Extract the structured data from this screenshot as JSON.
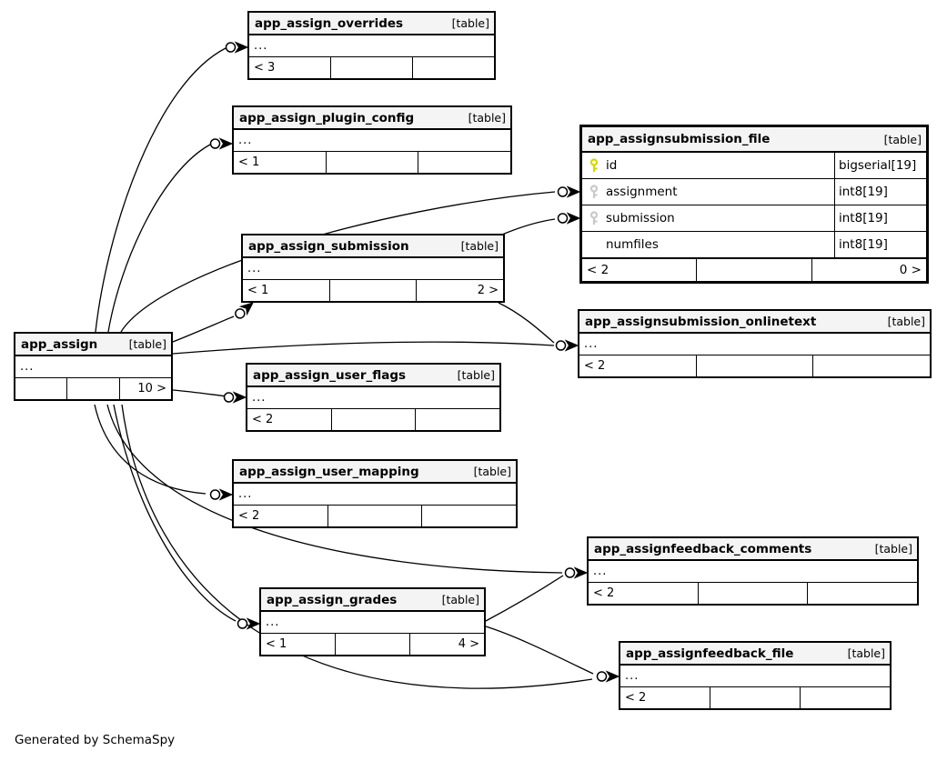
{
  "footer_note": "Generated by SchemaSpy",
  "colors": {
    "primary_key": "#d6d600",
    "foreign_key": "#c9c9c9",
    "header_bg": "#f4f4f4",
    "border": "#000000"
  },
  "tables": [
    {
      "name": "app_assign_overrides",
      "tag": "[table]",
      "ellipsis": "...",
      "footer_left": "< 3",
      "footer_mid": "",
      "footer_right": ""
    },
    {
      "name": "app_assign_plugin_config",
      "tag": "[table]",
      "ellipsis": "...",
      "footer_left": "< 1",
      "footer_mid": "",
      "footer_right": ""
    },
    {
      "name": "app_assignsubmission_file",
      "tag": "[table]",
      "columns": [
        {
          "name": "id",
          "type": "bigserial[19]",
          "key": "primary"
        },
        {
          "name": "assignment",
          "type": "int8[19]",
          "key": "foreign"
        },
        {
          "name": "submission",
          "type": "int8[19]",
          "key": "foreign"
        },
        {
          "name": "numfiles",
          "type": "int8[19]",
          "key": "none"
        }
      ],
      "footer_left": "< 2",
      "footer_mid": "",
      "footer_right": "0 >"
    },
    {
      "name": "app_assign_submission",
      "tag": "[table]",
      "ellipsis": "...",
      "footer_left": "< 1",
      "footer_mid": "",
      "footer_right": "2 >"
    },
    {
      "name": "app_assignsubmission_onlinetext",
      "tag": "[table]",
      "ellipsis": "...",
      "footer_left": "< 2",
      "footer_mid": "",
      "footer_right": ""
    },
    {
      "name": "app_assign",
      "tag": "[table]",
      "ellipsis": "...",
      "footer_left": "",
      "footer_mid": "",
      "footer_right": "10 >"
    },
    {
      "name": "app_assign_user_flags",
      "tag": "[table]",
      "ellipsis": "...",
      "footer_left": "< 2",
      "footer_mid": "",
      "footer_right": ""
    },
    {
      "name": "app_assign_user_mapping",
      "tag": "[table]",
      "ellipsis": "...",
      "footer_left": "< 2",
      "footer_mid": "",
      "footer_right": ""
    },
    {
      "name": "app_assignfeedback_comments",
      "tag": "[table]",
      "ellipsis": "...",
      "footer_left": "< 2",
      "footer_mid": "",
      "footer_right": ""
    },
    {
      "name": "app_assign_grades",
      "tag": "[table]",
      "ellipsis": "...",
      "footer_left": "< 1",
      "footer_mid": "",
      "footer_right": "4 >"
    },
    {
      "name": "app_assignfeedback_file",
      "tag": "[table]",
      "ellipsis": "...",
      "footer_left": "< 2",
      "footer_mid": "",
      "footer_right": ""
    }
  ]
}
